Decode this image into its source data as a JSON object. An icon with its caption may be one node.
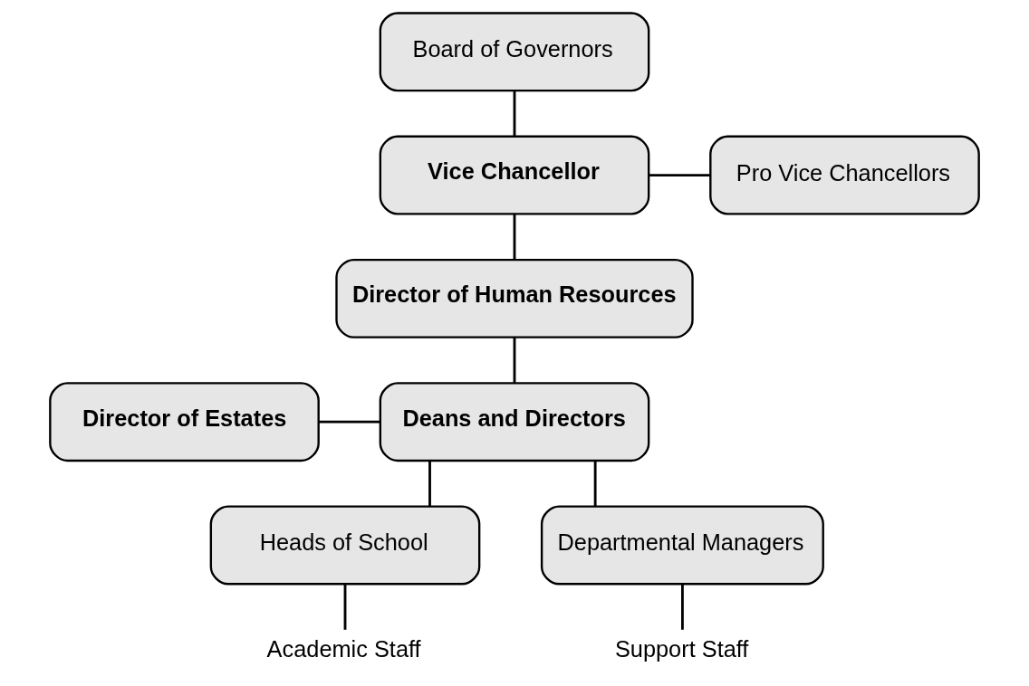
{
  "diagram": {
    "nodes": [
      {
        "text": [
          "Board of Governors"
        ]
      },
      {
        "text": [
          "Vice Chancellor"
        ]
      },
      {
        "text": [
          "Pro Vice Chancellors"
        ]
      },
      {
        "text": [
          "Director of Human Resources"
        ]
      },
      {
        "text": [
          "Director of Estates"
        ]
      },
      {
        "text": [
          "Deans and Directors"
        ]
      },
      {
        "text": [
          "Heads of School"
        ]
      },
      {
        "text": [
          "Departmental Managers"
        ]
      },
      {
        "text": [
          "Academic Staff"
        ]
      },
      {
        "text": [
          "Support Staff"
        ]
      }
    ],
    "edges": [
      {
        "from": 0,
        "to": 1,
        "arrow": "none"
      },
      {
        "from": 1,
        "to": 2,
        "arrow": "none"
      },
      {
        "from": 1,
        "to": 3,
        "arrow": "none"
      },
      {
        "from": 3,
        "to": 5,
        "arrow": "none"
      },
      {
        "from": 4,
        "to": 5,
        "arrow": "none"
      },
      {
        "from": 5,
        "to": 6,
        "arrow": "none"
      },
      {
        "from": 5,
        "to": 7,
        "arrow": "none"
      },
      {
        "from": 6,
        "to": 8,
        "arrow": "none"
      },
      {
        "from": 7,
        "to": 9,
        "arrow": "none"
      }
    ]
  }
}
